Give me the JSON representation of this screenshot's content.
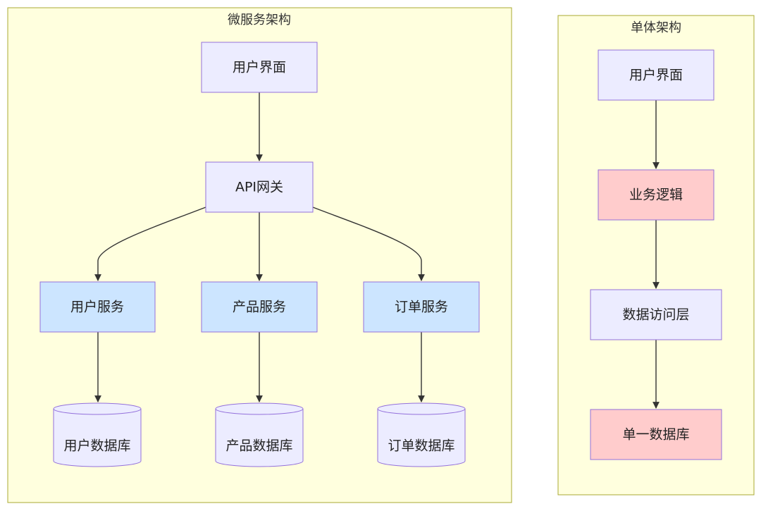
{
  "colors": {
    "cluster_fill": "#ffffde",
    "cluster_stroke": "#aaaa33",
    "node_default_fill": "#ececff",
    "node_default_stroke": "#9370db",
    "node_service_fill": "#cce5ff",
    "node_service_stroke": "#9370db",
    "node_highlight_fill": "#ffcccc",
    "node_highlight_stroke": "#9370db",
    "edge": "#333333"
  },
  "clusters": [
    {
      "id": "micro",
      "title": "微服务架构",
      "nodes": [
        {
          "id": "m_ui",
          "label": "用户界面",
          "shape": "rect",
          "style": "default"
        },
        {
          "id": "m_gw",
          "label": "API网关",
          "shape": "rect",
          "style": "default"
        },
        {
          "id": "m_us",
          "label": "用户服务",
          "shape": "rect",
          "style": "service"
        },
        {
          "id": "m_ps",
          "label": "产品服务",
          "shape": "rect",
          "style": "service"
        },
        {
          "id": "m_os",
          "label": "订单服务",
          "shape": "rect",
          "style": "service"
        },
        {
          "id": "m_udb",
          "label": "用户数据库",
          "shape": "cylinder",
          "style": "default"
        },
        {
          "id": "m_pdb",
          "label": "产品数据库",
          "shape": "cylinder",
          "style": "default"
        },
        {
          "id": "m_odb",
          "label": "订单数据库",
          "shape": "cylinder",
          "style": "default"
        }
      ]
    },
    {
      "id": "mono",
      "title": "单体架构",
      "nodes": [
        {
          "id": "s_ui",
          "label": "用户界面",
          "shape": "rect",
          "style": "default"
        },
        {
          "id": "s_bl",
          "label": "业务逻辑",
          "shape": "rect",
          "style": "highlight"
        },
        {
          "id": "s_dal",
          "label": "数据访问层",
          "shape": "rect",
          "style": "default"
        },
        {
          "id": "s_db",
          "label": "单一数据库",
          "shape": "rect",
          "style": "highlight"
        }
      ]
    }
  ],
  "edges": [
    {
      "from": "m_ui",
      "to": "m_gw"
    },
    {
      "from": "m_gw",
      "to": "m_us"
    },
    {
      "from": "m_gw",
      "to": "m_ps"
    },
    {
      "from": "m_gw",
      "to": "m_os"
    },
    {
      "from": "m_us",
      "to": "m_udb"
    },
    {
      "from": "m_ps",
      "to": "m_pdb"
    },
    {
      "from": "m_os",
      "to": "m_odb"
    },
    {
      "from": "s_ui",
      "to": "s_bl"
    },
    {
      "from": "s_bl",
      "to": "s_dal"
    },
    {
      "from": "s_dal",
      "to": "s_db"
    }
  ]
}
